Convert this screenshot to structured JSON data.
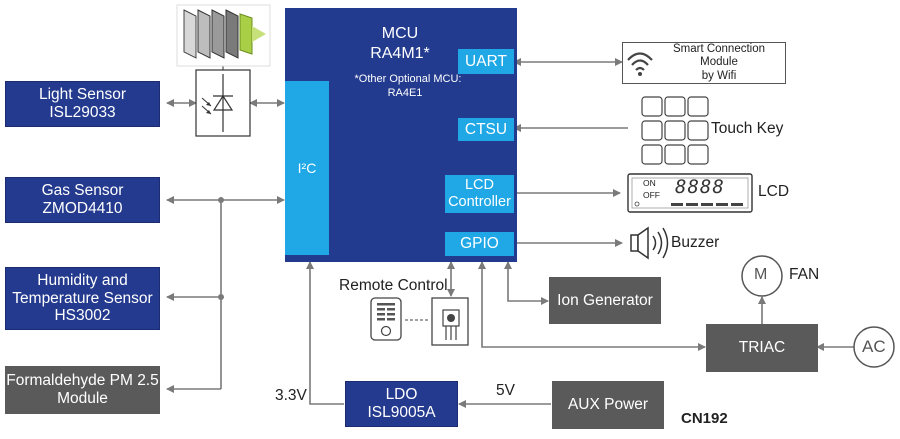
{
  "mcu": {
    "title": "MCU",
    "part": "RA4M1*",
    "note_line1": "*Other Optional MCU:",
    "note_line2": "RA4E1"
  },
  "mcu_blocks": {
    "uart": "UART",
    "ctsu": "CTSU",
    "lcd_line1": "LCD",
    "lcd_line2": "Controller",
    "gpio": "GPIO",
    "i2c": "I²C"
  },
  "sensors": {
    "light": [
      "Light Sensor",
      "ISL29033"
    ],
    "gas": [
      "Gas Sensor",
      "ZMOD4410"
    ],
    "humidity": [
      "Humidity and",
      "Temperature Sensor",
      "HS3002"
    ],
    "formaldehyde": [
      "Formaldehyde PM 2.5",
      "Module"
    ]
  },
  "peripherals": {
    "wifi_line1": "Smart Connection Module",
    "wifi_line2": "by Wifi",
    "touch_key": "Touch Key",
    "lcd": "LCD",
    "lcd_on": "ON",
    "lcd_off": "OFF",
    "lcd_digits": "8888",
    "buzzer": "Buzzer",
    "remote_control": "Remote Control",
    "ion_generator": "Ion Generator",
    "fan_letter": "M",
    "fan": "FAN",
    "triac": "TRIAC",
    "ac": "AC"
  },
  "power": {
    "ldo": [
      "LDO",
      "ISL9005A"
    ],
    "aux": "AUX Power",
    "v33": "3.3V",
    "v5": "5V"
  },
  "diagram_id": "CN192",
  "colors": {
    "navy": "#243a8e",
    "cyan": "#1fa7e6",
    "gray": "#5a5a5a",
    "line": "#808080"
  }
}
